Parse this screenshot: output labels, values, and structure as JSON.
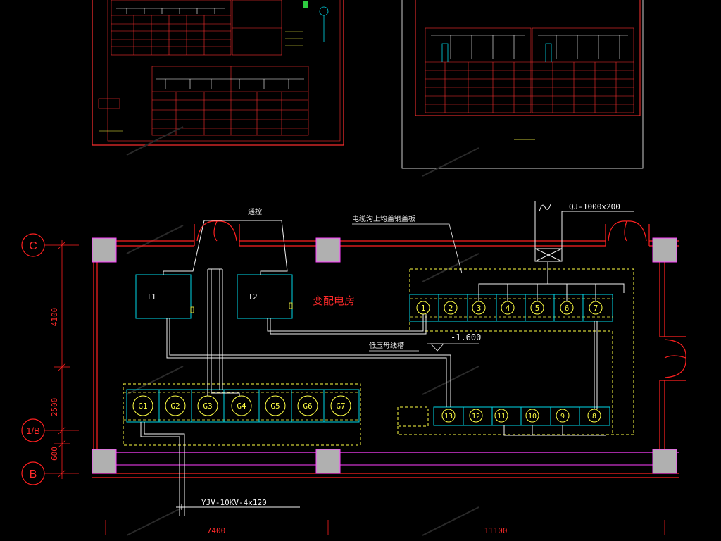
{
  "axes": {
    "c": "C",
    "b": "B",
    "b_sub": "1/B"
  },
  "dimensions": {
    "v1": "4100",
    "v2": "2500",
    "v3": "600",
    "h1": "7400",
    "h2": "11100"
  },
  "room_label": "变配电房",
  "remote_label": "遥控",
  "cable_note": "电缆沟上均盖钢盖板",
  "trench_label": "QJ-1000x200",
  "busway_label": "低压母线槽",
  "elevation": "-1.600",
  "incoming_cable": "YJV-10KV-4x120",
  "transformers": [
    "T1",
    "T2"
  ],
  "generator_cabinets": [
    "G1",
    "G2",
    "G3",
    "G4",
    "G5",
    "G6",
    "G7"
  ],
  "hv_cabinets_top": [
    "1",
    "2",
    "3",
    "4",
    "5",
    "6",
    "7"
  ],
  "hv_cabinets_bottom": [
    "13",
    "12",
    "11",
    "10",
    "9",
    "8"
  ],
  "colors": {
    "background": "#000000",
    "wall": "#ff2020",
    "column": "#b0b0b0",
    "equipment": "#00d8e8",
    "trench": "#ffff44",
    "cable": "#ffffff",
    "dimension": "#ff2020",
    "frame": "#ff3030",
    "door": "#ff2020",
    "partition": "#ff40ff"
  }
}
